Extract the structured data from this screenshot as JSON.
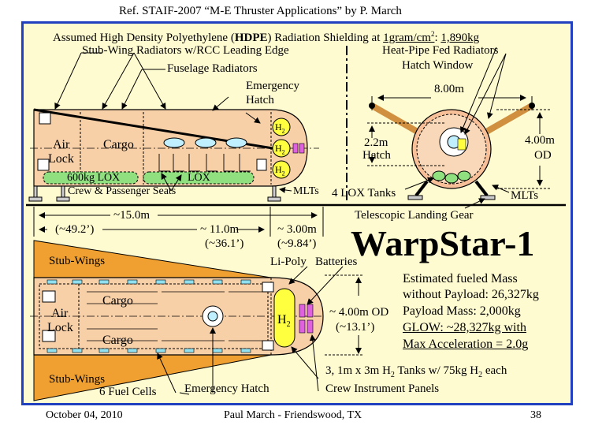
{
  "header": {
    "ref": "Ref. STAIF-2007 “M-E Thruster Applications” by P. March"
  },
  "subtitle": {
    "pre": "Assumed High Density Polyethylene (",
    "bold": "HDPE",
    "mid": ") Radiation Shielding at ",
    "density": "1gram/cm",
    "sup": "2",
    "colon": ": ",
    "mass": "1,890kg"
  },
  "side_view": {
    "labels": {
      "stub_wing_radiators": "Stub-Wing Radiators w/RCC Leading Edge",
      "fuselage_radiators": "Fuselage Radiators",
      "emergency_hatch_l1": "Emergency",
      "emergency_hatch_l2": "Hatch",
      "air": "Air",
      "lock": "Lock",
      "cargo": "Cargo",
      "lox_600": "600kg LOX",
      "lox": "LOX",
      "h2": "H",
      "h2_sub": "2",
      "seats": "Crew & Passenger Seats",
      "mlts": "MLTs"
    }
  },
  "end_view": {
    "labels": {
      "heat_pipe": "Heat-Pipe Fed Radiators",
      "hatch_window": "Hatch Window",
      "width": "8.00m",
      "height_l1": "4.00m",
      "height_l2": "OD",
      "hatch_l1": "2.2m",
      "hatch_l2": "Hatch",
      "lox_tanks": "4 LOX Tanks",
      "mlts": "MLTs",
      "landing_gear": "Telescopic Landing Gear"
    }
  },
  "dimensions": {
    "total": "~15.0m",
    "total_ft": "(~49.2’)",
    "mid": "~ 11.0m",
    "mid_ft": "(~36.1’)",
    "nose": "~ 3.00m",
    "nose_ft": "(~9.84’)"
  },
  "title": "WarpStar-1",
  "top_view": {
    "labels": {
      "stub_wings_top": "Stub-Wings",
      "stub_wings_bottom": "Stub-Wings",
      "li_poly": "Li-Poly",
      "batteries": "Batteries",
      "air": "Air",
      "lock": "Lock",
      "cargo_top": "Cargo",
      "cargo_bottom": "Cargo",
      "h2": "H",
      "h2_sub": "2",
      "od": "~ 4.00m OD",
      "od_ft": "(~13.1’)",
      "fuel_cells": "6 Fuel Cells",
      "emergency_hatch": "Emergency Hatch",
      "tanks_pre": "3, 1m x 3m H",
      "tanks_sub": "2",
      "tanks_mid": " Tanks w/ 75kg H",
      "tanks_sub2": "2",
      "tanks_post": " each",
      "panels": "Crew Instrument Panels"
    }
  },
  "specs": {
    "fueled_l1": "Estimated fueled Mass",
    "fueled_l2": "without Payload: 26,327kg",
    "payload": "Payload Mass: 2,000kg",
    "glow": "GLOW: ~28,327kg with",
    "accel": "Max Acceleration = 2.0g"
  },
  "footer": {
    "date": "October 04, 2010",
    "author": "Paul March - Friendswood, TX",
    "page": "38"
  },
  "colors": {
    "border": "#2040c0",
    "panel": "#fffbd0",
    "hull": "#f8d0a8",
    "wing": "#f0a030",
    "lox": "#90e080",
    "h2": "#ffff40",
    "battery": "#e060e0",
    "radiator": "#90e0f0",
    "window": "#c0f0ff"
  }
}
